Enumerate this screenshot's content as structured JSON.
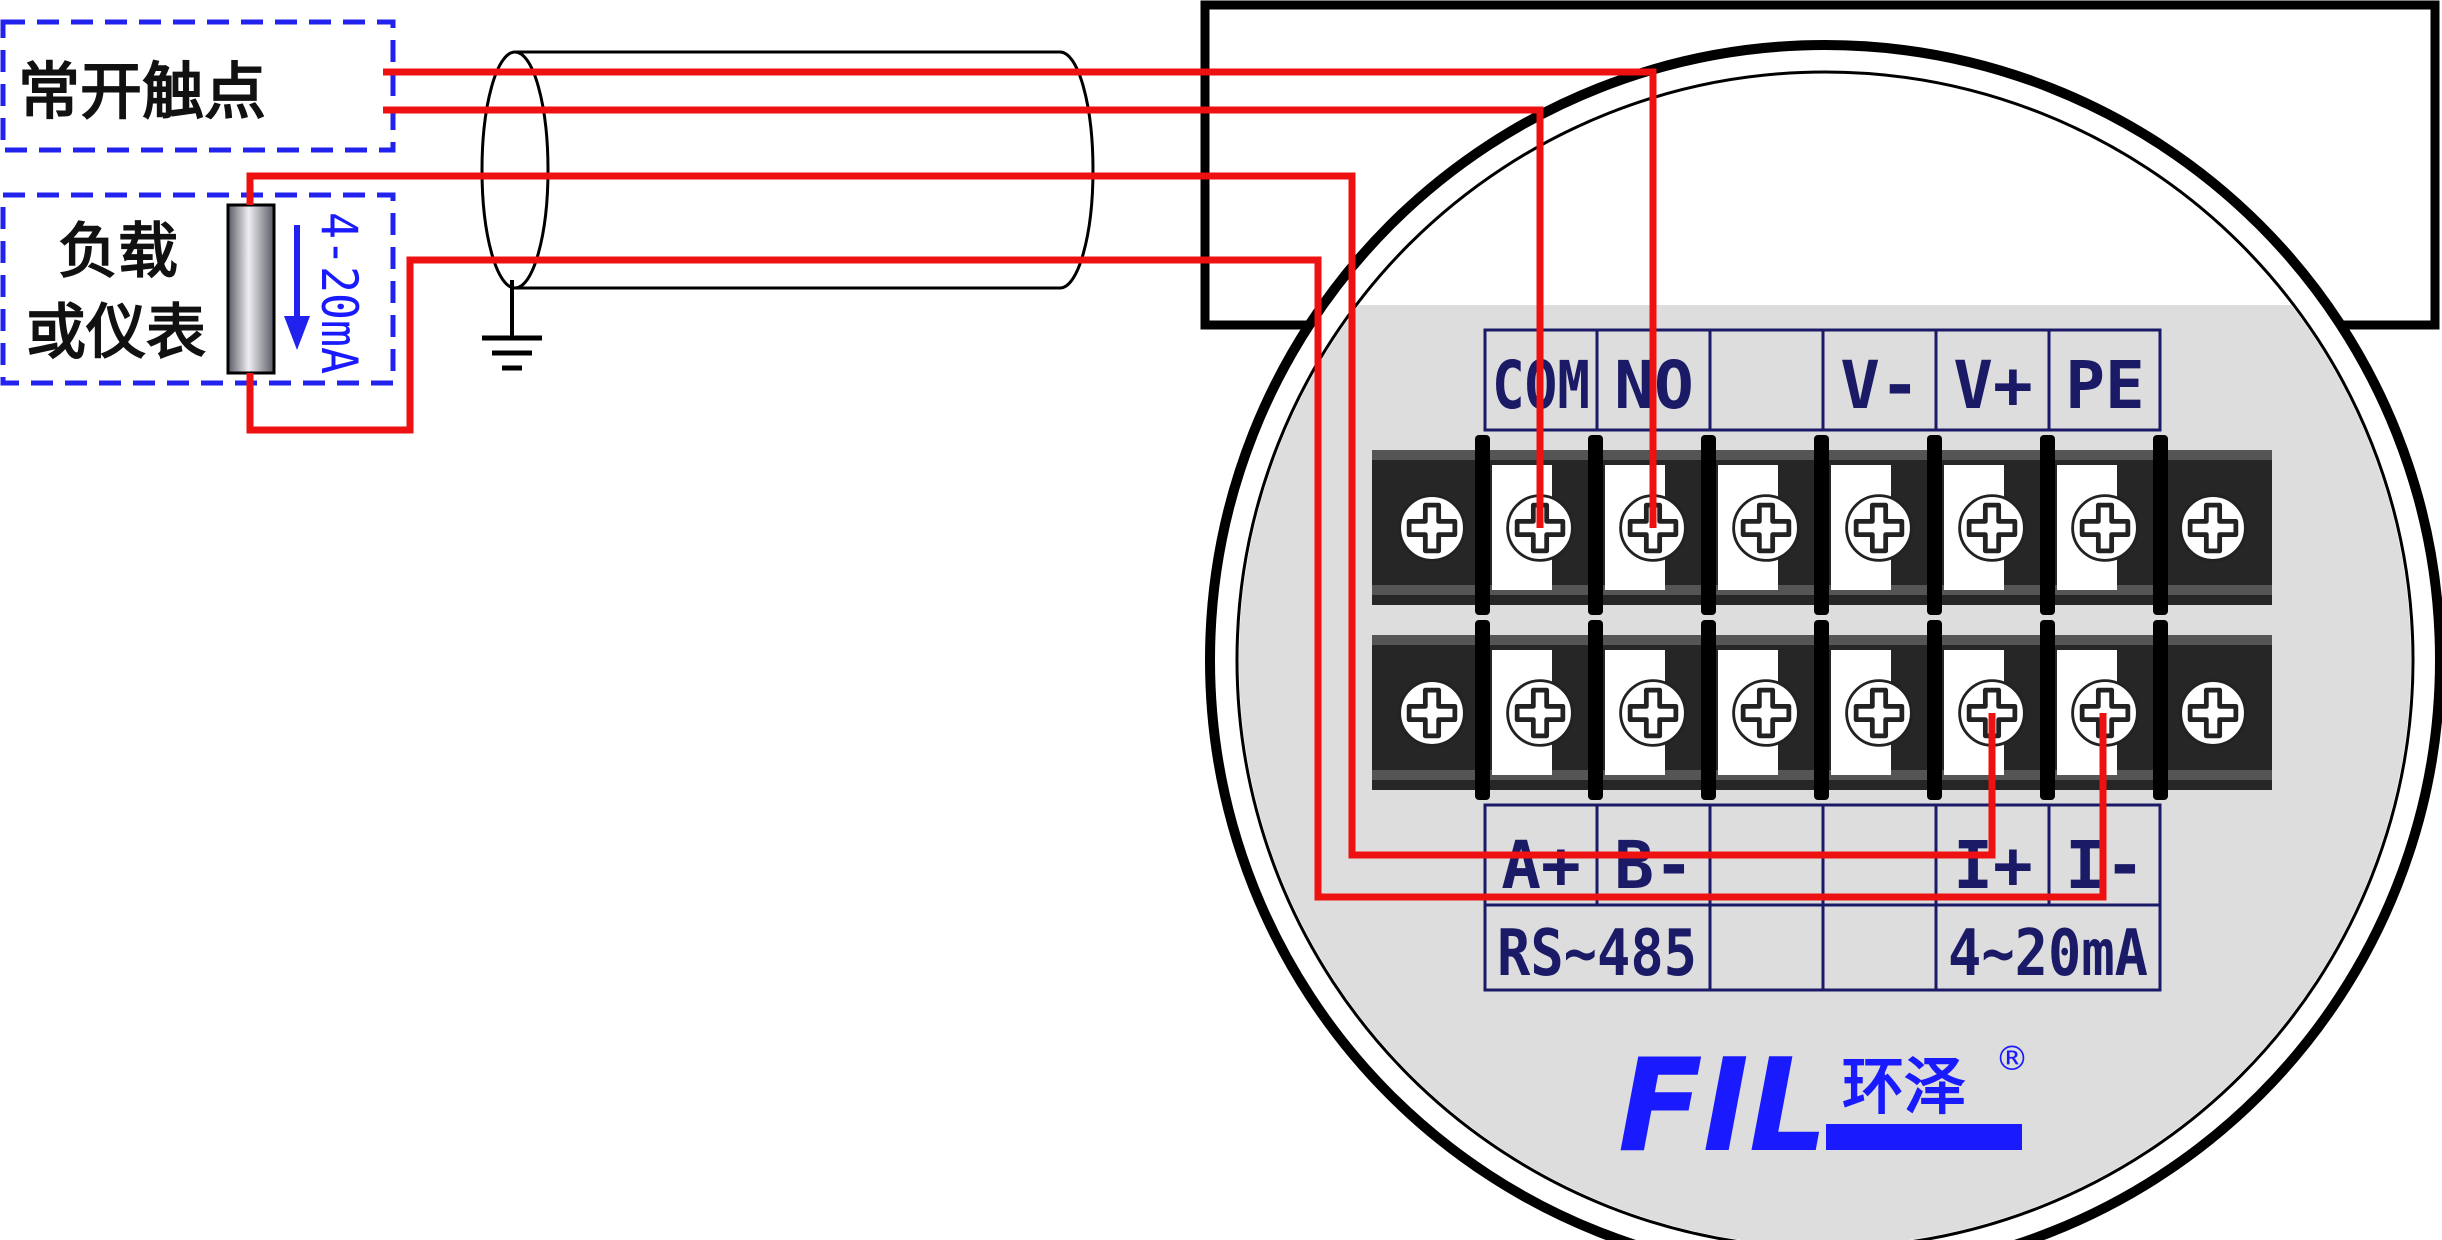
{
  "external": {
    "contact_label": "常开触点",
    "load_label_line1": "负载",
    "load_label_line2": "或仪表",
    "current_label": "4-20mA"
  },
  "terminals": {
    "top_labels": [
      "COM",
      "NO",
      "",
      "V-",
      "V+",
      "PE"
    ],
    "bottom_labels": [
      "A+",
      "B-",
      "",
      "",
      "I+",
      "I-"
    ],
    "group_labels": [
      "RS~485",
      "4~20mA"
    ]
  },
  "brand": {
    "latin": "FIL",
    "chinese": "环泽",
    "registered": "®"
  },
  "colors": {
    "wire": "#ee1111",
    "dashed_box": "#2222ee",
    "label_text": "#1a1a66",
    "brand": "#1a1aff",
    "terminal_body": "#222222",
    "panel": "#dddddd"
  }
}
